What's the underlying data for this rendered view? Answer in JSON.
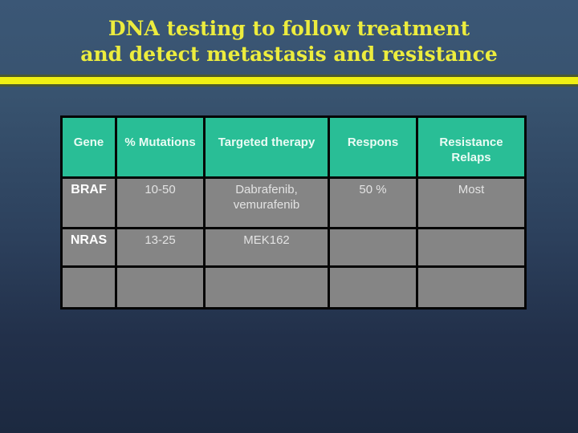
{
  "title": {
    "line1": "DNA testing to follow treatment",
    "line2": "and detect metastasis and resistance"
  },
  "colors": {
    "background_top": "#3b5776",
    "background_bottom": "#1c2940",
    "title_yellow": "#ecec3e",
    "divider_yellow": "#f0f013",
    "divider_edge_olive": "#4b5a2f",
    "header_teal": "#29be96",
    "cell_gray": "#858585",
    "grid_black": "#050505",
    "header_text": "#eafbf4",
    "cell_text": "#e3e3e3",
    "gene_text": "#ffffff"
  },
  "table": {
    "headers": [
      "Gene",
      "% Mutations",
      "Targeted therapy",
      "Respons",
      "Resistance\nRelaps"
    ],
    "rows": [
      {
        "gene": "BRAF",
        "mutations": "10-50",
        "therapy": "Dabrafenib,\nvemurafenib",
        "response": "50 %",
        "resistance": "Most"
      },
      {
        "gene": "NRAS",
        "mutations": "13-25",
        "therapy": "MEK162",
        "response": "",
        "resistance": ""
      },
      {
        "gene": "",
        "mutations": "",
        "therapy": "",
        "response": "",
        "resistance": ""
      }
    ]
  }
}
